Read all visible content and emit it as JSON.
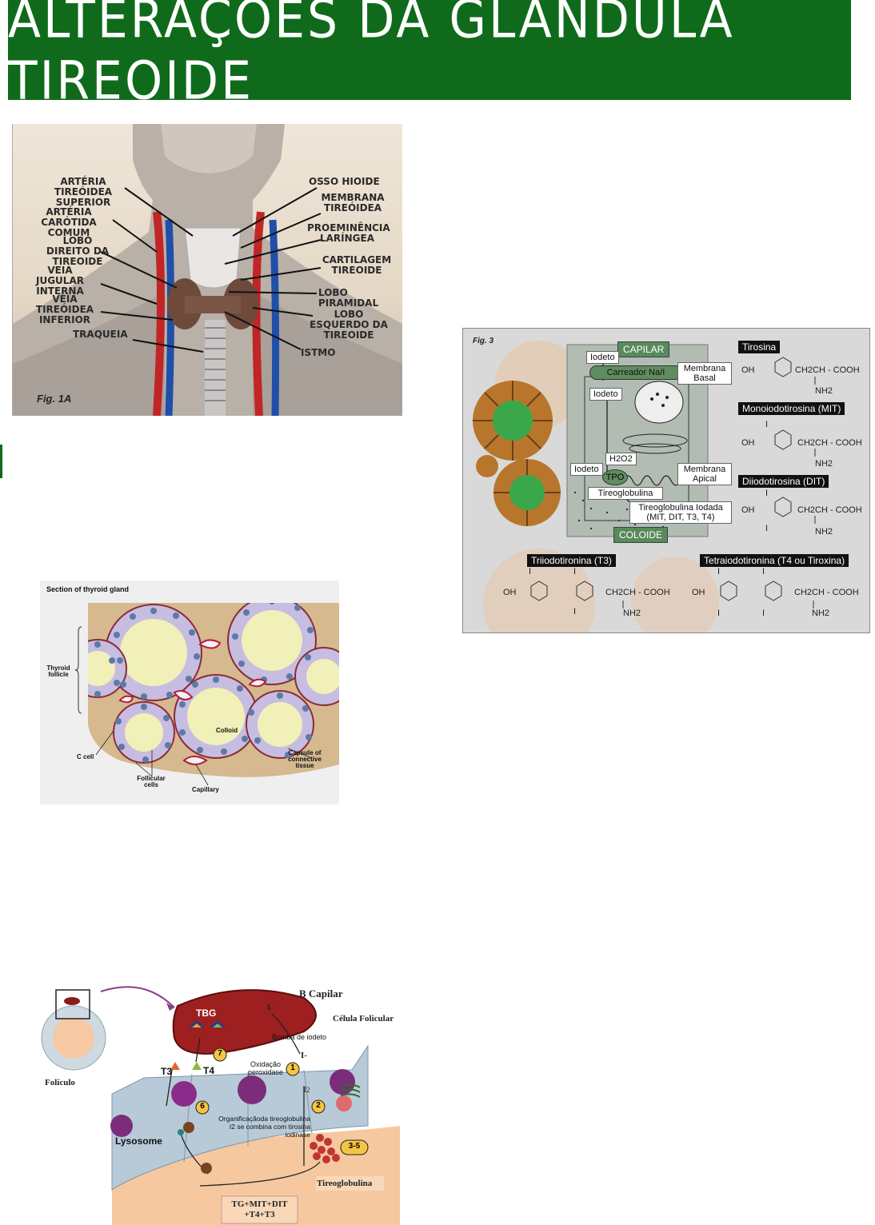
{
  "title": "ALTERAÇÕES DA GLÂNDULA TIREOIDE",
  "fig1": {
    "caption": "Fig. 1A",
    "labels_left": [
      "Artéria Tireóidea Superior",
      "Artéria Carótida Comum",
      "Lobo Direito da Tireoide",
      "Veia Jugular Interna",
      "Veia Tireóidea Inferior",
      "Traqueia"
    ],
    "labels_right": [
      "Osso Hioide",
      "Membrana Tireóidea",
      "Proeminência Laríngea",
      "Cartilagem Tireoide",
      "Lobo Piramidal",
      "Lobo Esquerdo da Tireoide",
      "Istmo"
    ]
  },
  "fig2": {
    "title": "Section of thyroid gland",
    "follicle_label": "Thyroid follicle",
    "colloid": "Colloid",
    "c_cell": "C cell",
    "follicular_cells": "Follicular cells",
    "capillary": "Capillary",
    "capsule": "Capsule of connective tissue"
  },
  "fig3": {
    "caption": "Fig. 3",
    "capilar": "CAPILAR",
    "iodeto1": "Iodeto",
    "carreador": "Carreador Na/I",
    "membrana_basal": "Membrana Basal",
    "iodeto2": "Iodeto",
    "h2o2": "H2O2",
    "tpo": "TPO",
    "iodeto3": "Iodeto",
    "membrana_apical": "Membrana Apical",
    "tireoglobulina": "Tireoglobulina",
    "tireoglobulina_iodada": "Tireoglobulina Iodada",
    "tireoglobulina_iodada_sub": "(MIT, DIT, T3, T4)",
    "coloide": "COLOIDE",
    "tirosina": "Tirosina",
    "mit": "Monoiodotirosina (MIT)",
    "dit": "Diiodotirosina (DIT)",
    "t3": "Triiodotironina (T3)",
    "t4": "Tetraiodotironina (T4 ou Tiroxina)",
    "chain": "CH2CH - COOH",
    "nh2": "NH2",
    "oh": "OH",
    "iodine": "I"
  },
  "fig4": {
    "b_capilar": "B Capilar",
    "celula_folicular": "Célula Folicular",
    "tbg": "TBG",
    "bomba": "Bomba de iodeto",
    "oxidacao": "Oxidação peroxidase",
    "t3": "T3",
    "t4": "T4",
    "folicolo": "Folículo",
    "lysosome": "Lysosome",
    "organificacao": "Organificaçãoda tireoglobulina",
    "combina": "I2 se combina com tirosina",
    "iodinase": "iodinase",
    "tireoglobulina": "Tireoglobulina",
    "tg_box_1": "TG+MIT+DIT",
    "tg_box_2": "+T4+T3",
    "iodide": "I-",
    "i2": "I2",
    "steps": [
      "1",
      "2",
      "3-5",
      "6",
      "7"
    ]
  },
  "colors": {
    "title_bg": "#0f6b1b",
    "title_text": "#ffffff",
    "capillary_red": "#9e1f1f",
    "cell_blue": "#b7c9d8",
    "step_yellow": "#f4c542"
  }
}
